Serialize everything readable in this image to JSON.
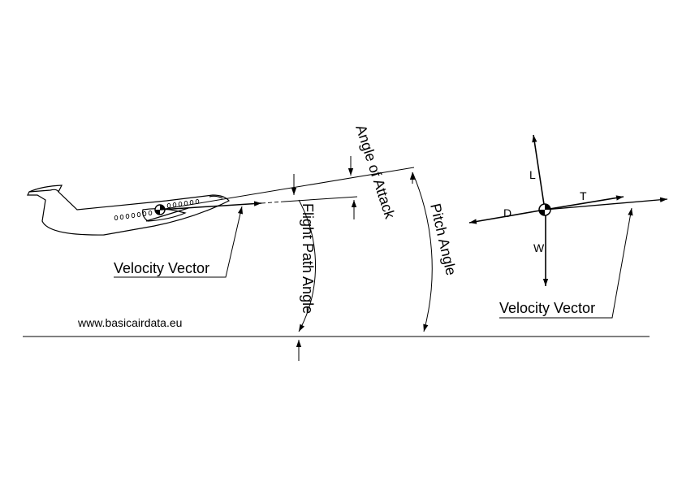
{
  "labels": {
    "velocity_vector_left": "Velocity Vector",
    "flight_path_angle": "Flight Path Angle",
    "angle_of_attack": "Angle of Attack",
    "pitch_angle": "Pitch Angle",
    "velocity_vector_right": "Velocity Vector",
    "website": "www.basicairdata.eu"
  },
  "forces": {
    "lift": "L",
    "drag": "D",
    "thrust": "T",
    "weight": "W"
  }
}
